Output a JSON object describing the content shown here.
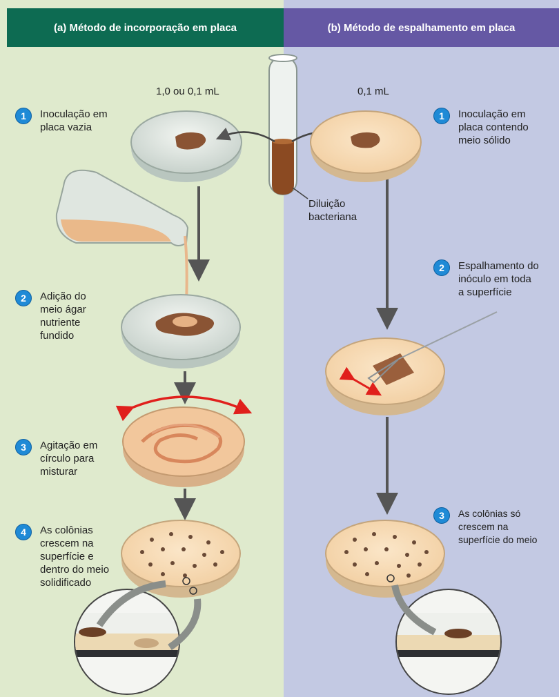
{
  "left": {
    "header": "(a) Método de incorporação em placa",
    "volume": "1,0 ou 0,1 mL",
    "steps": [
      {
        "n": "1",
        "text": "Inoculação em\nplaca vazia"
      },
      {
        "n": "2",
        "text": "Adição do\nmeio ágar\nnutriente\nfundido"
      },
      {
        "n": "3",
        "text": "Agitação em\ncírculo para\nmisturar"
      },
      {
        "n": "4",
        "text": "As colônias\ncrescem na\nsuperfície e\ndentro do meio\nsolidificado"
      }
    ]
  },
  "right": {
    "header": "(b) Método de espalhamento em placa",
    "volume": "0,1 mL",
    "steps": [
      {
        "n": "1",
        "text": "Inoculação em\nplaca contendo\nmeio sólido"
      },
      {
        "n": "2",
        "text": "Espalhamento do\ninóculo em toda\na superfície"
      },
      {
        "n": "3",
        "text": "As colônias só\ncrescem na\nsuperfície do meio"
      }
    ]
  },
  "center": {
    "tube_label": "Diluição\nbacteriana"
  },
  "colors": {
    "left_bg": "#dfeacd",
    "right_bg": "#c3c9e3",
    "left_header": "#0d6b52",
    "right_header": "#6558a4",
    "step_badge": "#1f8ad6"
  }
}
